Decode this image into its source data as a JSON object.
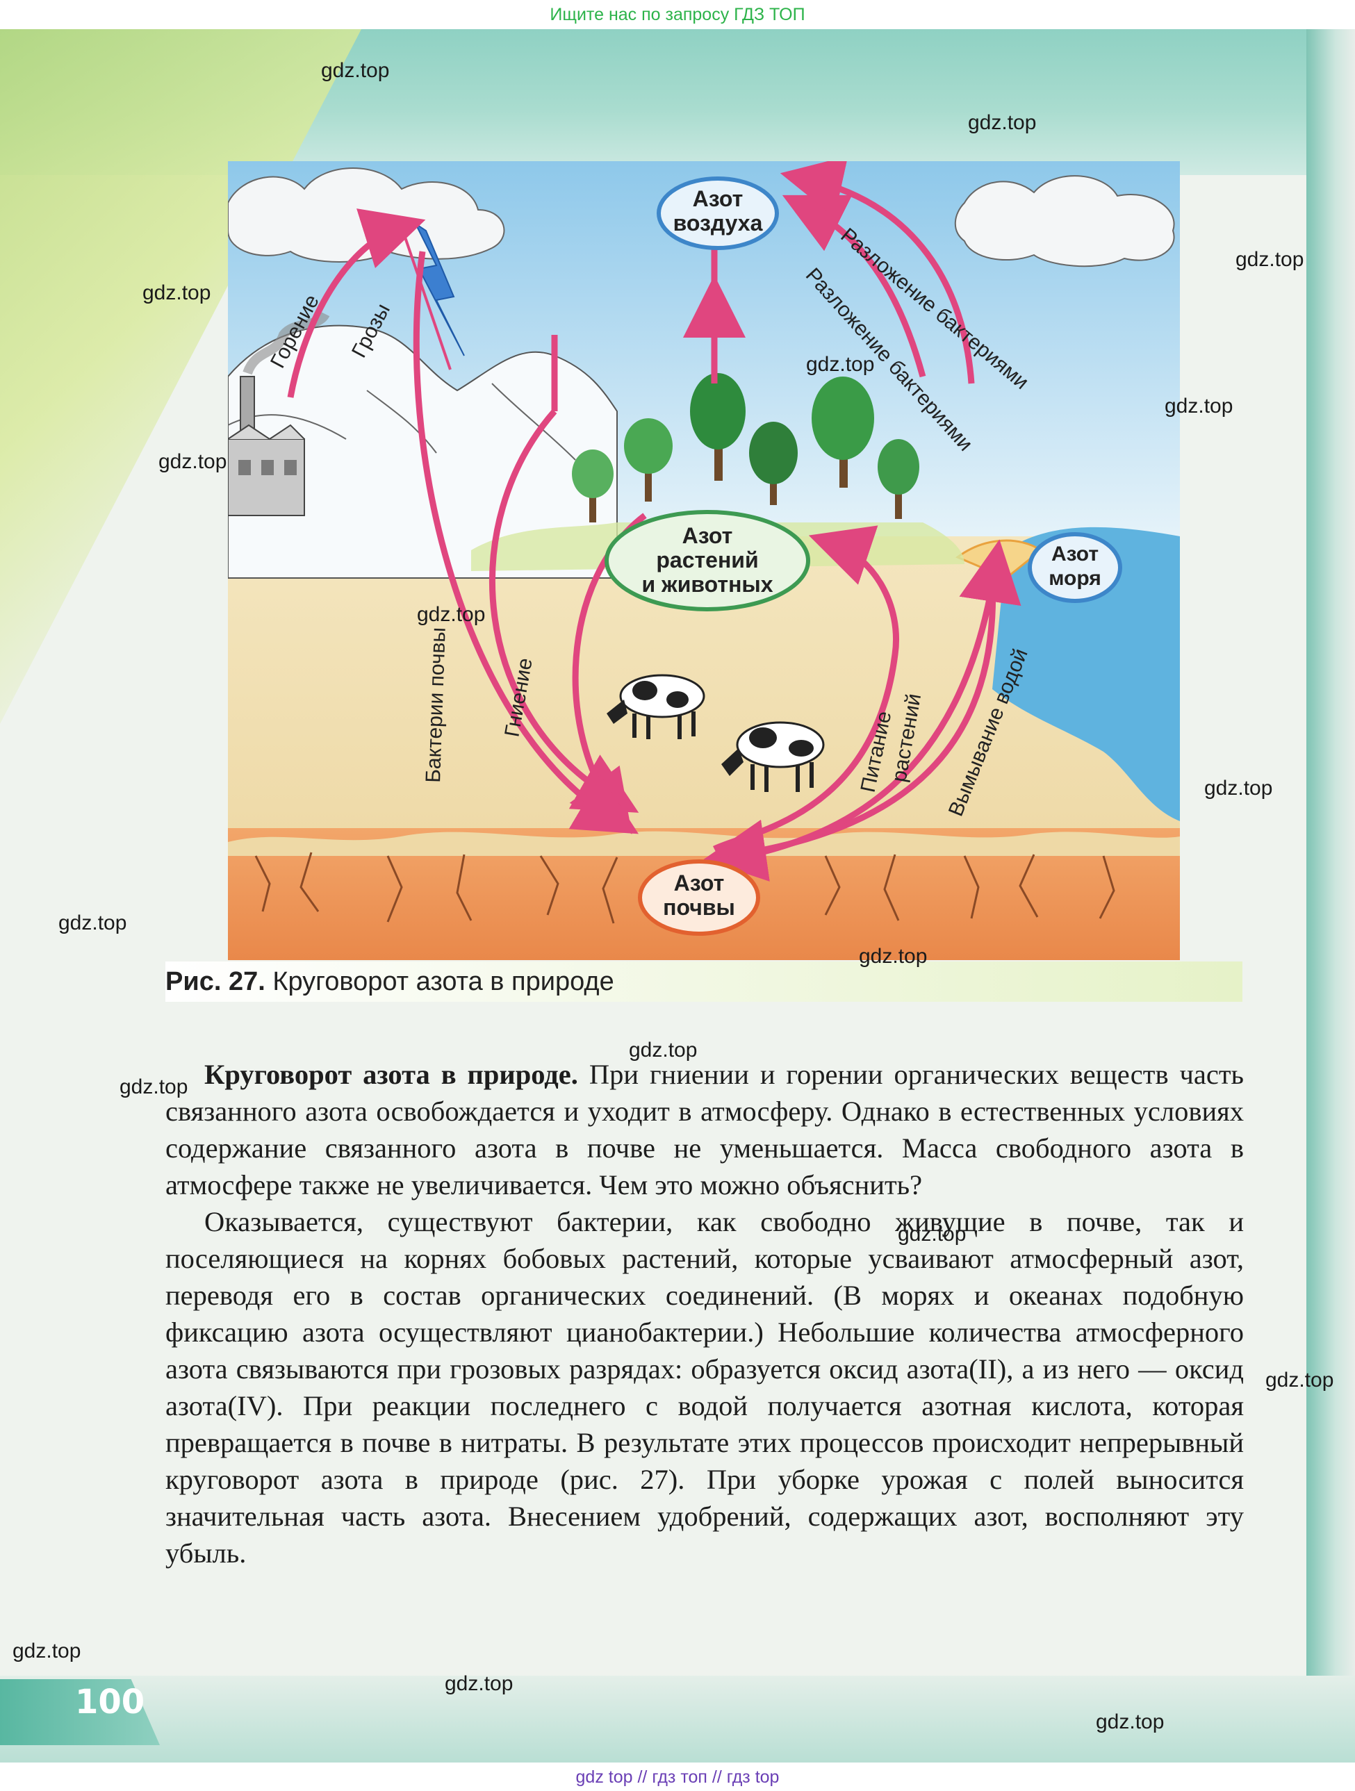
{
  "banner_top": "Ищите нас по запросу ГДЗ ТОП",
  "banner_bottom": "gdz top  //  гдз топ  //  гдз top",
  "page_number": "100",
  "figure": {
    "nodes": {
      "air_line1": "Азот",
      "air_line2": "воздуха",
      "plants_line1": "Азот",
      "plants_line2": "растений",
      "plants_line3": "и животных",
      "sea_line1": "Азот",
      "sea_line2": "моря",
      "soil_line1": "Азот",
      "soil_line2": "почвы"
    },
    "labels": {
      "burning": "Горение",
      "thunderstorms": "Грозы",
      "decomposition": "Разложение бактериями",
      "soil_bacteria": "Бактерии почвы",
      "rotting": "Гниение",
      "plant_nutrition_1": "Питание",
      "plant_nutrition_2": "растений",
      "leaching": "Вымывание водой"
    },
    "colors": {
      "arrow": "#e0467f",
      "node_air": "#3d86c9",
      "node_plants": "#3d9a52",
      "node_soil": "#e2612f",
      "node_sea": "#3d86c9"
    }
  },
  "caption": {
    "label": "Рис. 27.",
    "text": "Круговорот азота в природе"
  },
  "paragraphs": {
    "p1_lead": "Круговорот азота в природе.",
    "p1_rest": "При гниении и горении органических веществ часть связанного азота освобождается и уходит в атмосферу. Однако в естественных условиях содержание связанного азота в почве не уменьшается. Масса свободного азота в атмосфере также не увеличивается. Чем это можно объяснить?",
    "p2": "Оказывается, существуют бактерии, как свободно живущие в почве, так и поселяющиеся на корнях бобовых растений, которые усваивают атмосферный азот, переводя его в состав органических соединений. (В морях и океанах подобную фиксацию азота осуществляют цианобактерии.) Небольшие количества атмосферного азота связываются при грозовых разрядах: образуется оксид азота(II), а из него — оксид азота(IV). При реакции последнего с водой получается азотная кислота, которая превращается в почве в нитраты. В результате этих процессов происходит непрерывный круговорот азота в природе (рис. 27). При уборке урожая с полей выносится значительная часть азота. Внесением удобрений, содержащих азот, восполняют эту убыль."
  },
  "watermark": "gdz.top"
}
